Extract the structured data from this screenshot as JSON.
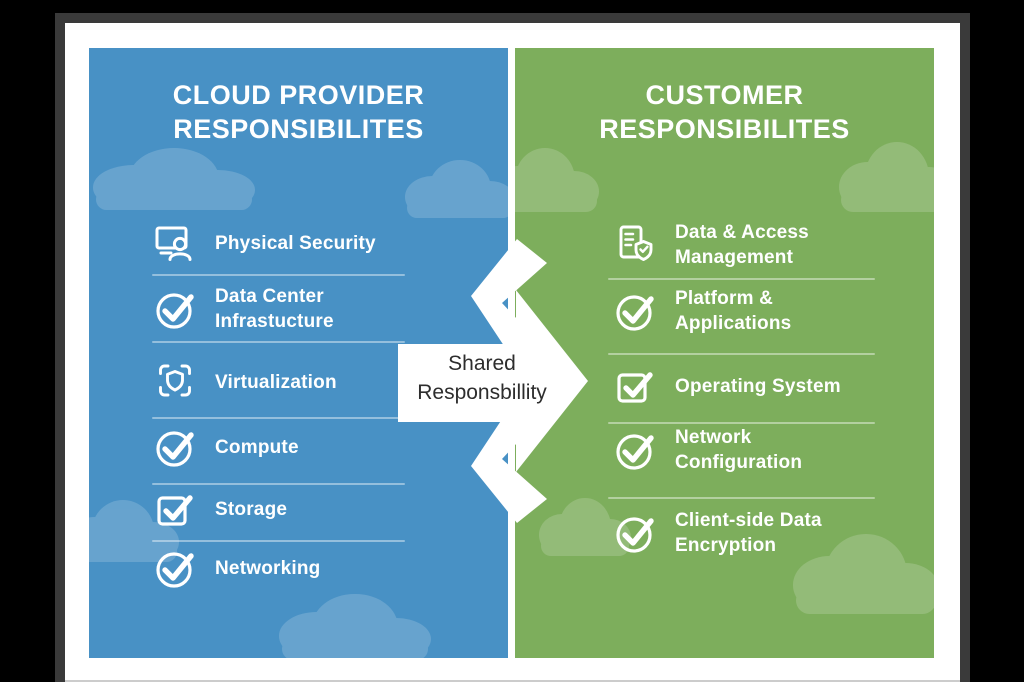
{
  "left_panel": {
    "title_line1": "CLOUD PROVIDER",
    "title_line2": "RESPONSIBILITES",
    "items": [
      {
        "icon": "monitor-user-icon",
        "lines": [
          "Physical Security"
        ]
      },
      {
        "icon": "check-circle-icon",
        "lines": [
          "Data Center",
          "Infrastucture"
        ]
      },
      {
        "icon": "shield-brackets-icon",
        "lines": [
          "Virtualization"
        ]
      },
      {
        "icon": "check-circle-icon",
        "lines": [
          "Compute"
        ]
      },
      {
        "icon": "checkbox-check-icon",
        "lines": [
          "Storage"
        ]
      },
      {
        "icon": "check-circle-icon",
        "lines": [
          "Networking"
        ]
      }
    ]
  },
  "center": {
    "line1": "Shared",
    "line2": "Responsbillity"
  },
  "right_panel": {
    "title_line1": "CUSTOMER",
    "title_line2": "RESPONSIBILITES",
    "items": [
      {
        "icon": "document-shield-icon",
        "lines": [
          "Data & Access",
          "Management"
        ]
      },
      {
        "icon": "check-circle-icon",
        "lines": [
          "Platform &",
          "Applications"
        ]
      },
      {
        "icon": "checkbox-check-icon",
        "lines": [
          "Operating System"
        ]
      },
      {
        "icon": "check-circle-icon",
        "lines": [
          "Network",
          "Configuration"
        ]
      },
      {
        "icon": "check-circle-icon",
        "lines": [
          "Client-side Data",
          "Encryption"
        ]
      }
    ]
  },
  "colors": {
    "panel_blue": "#4891C5",
    "panel_green": "#7DAE5C",
    "bezel_gray": "#3A3A3A",
    "background": "#000000",
    "text_white": "#FFFFFF",
    "center_text": "#2D2D2D",
    "arrow_white": "#FFFFFF"
  }
}
